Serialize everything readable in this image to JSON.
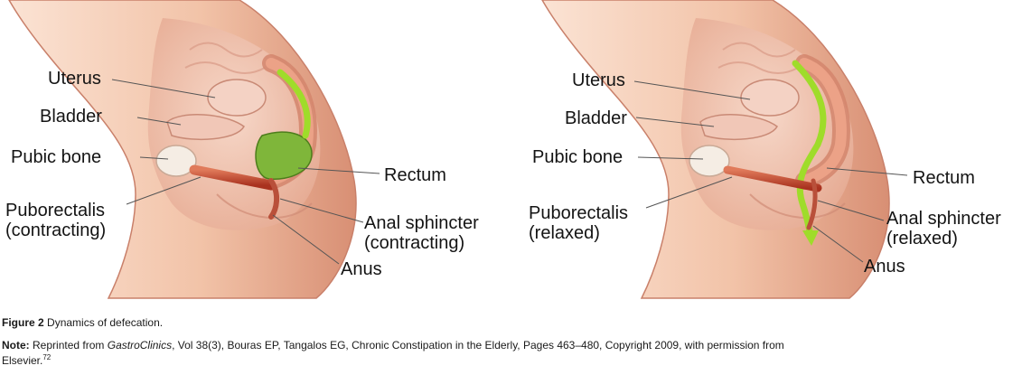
{
  "panels": [
    {
      "labels": {
        "uterus": "Uterus",
        "bladder": "Bladder",
        "pubic_bone": "Pubic bone",
        "rectum": "Rectum",
        "puborectalis_line1": "Puborectalis",
        "puborectalis_line2": "(contracting)",
        "anal_sphincter_line1": "Anal sphincter",
        "anal_sphincter_line2": "(contracting)",
        "anus": "Anus"
      }
    },
    {
      "labels": {
        "uterus": "Uterus",
        "bladder": "Bladder",
        "pubic_bone": "Pubic bone",
        "rectum": "Rectum",
        "puborectalis_line1": "Puborectalis",
        "puborectalis_line2": "(relaxed)",
        "anal_sphincter_line1": "Anal sphincter",
        "anal_sphincter_line2": "(relaxed)",
        "anus": "Anus"
      }
    }
  ],
  "caption": {
    "figure_label": "Figure 2",
    "figure_title": "Dynamics of defecation.",
    "note_label": "Note:",
    "note_part1": "Reprinted from",
    "note_journal": "GastroClinics",
    "note_part2": ", Vol 38(3), Bouras EP, Tangalos EG, Chronic Constipation in the Elderly, Pages 463–480, Copyright 2009, with permission from",
    "note_part3": "Elsevier.",
    "note_ref": "72"
  },
  "colors": {
    "skin": "#f2c6ad",
    "skin_edge": "#c9806a",
    "organ": "#e9b8a6",
    "muscle": "#c0442e",
    "stool": "#7fb63a",
    "arrow": "#9fdc2a"
  }
}
